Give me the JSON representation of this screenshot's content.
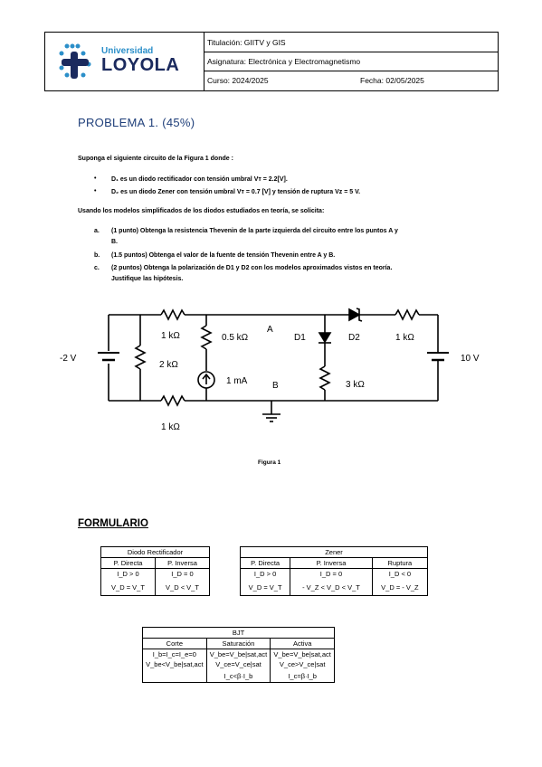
{
  "header": {
    "logo_top": "Universidad",
    "logo_bottom": "LOYOLA",
    "titulacion": "Titulación: GIITV y GIS",
    "asignatura": "Asignatura: Electrónica y Electromagnetismo",
    "curso": "Curso: 2024/2025",
    "fecha": "Fecha: 02/05/2025"
  },
  "problem": {
    "title": "PROBLEMA 1. (45%)",
    "intro": "Suponga el siguiente circuito de la Figura 1 donde :",
    "bullets": [
      "D₁ es un diodo rectificador con tensión umbral Vᴛ = 2.2[V].",
      "D₂ es un diodo Zener con tensión umbral Vᴛ = 0.7 [V] y tensión de ruptura Vz = 5 V."
    ],
    "ask": "Usando los modelos simplificados de los diodos estudiados en teoría, se solicita:",
    "items": [
      {
        "mark": "a.",
        "line1": "(1 punto) Obtenga la resistencia Thevenin de la parte izquierda del circuito entre los puntos A y",
        "line2": "B."
      },
      {
        "mark": "b.",
        "line1": "(1.5 puntos) Obtenga el valor de la fuente de tensión Thevenin entre A y B.",
        "line2": ""
      },
      {
        "mark": "c.",
        "line1": "(2 puntos) Obtenga la polarización de D1 y D2 con los modelos aproximados vistos en teoría.",
        "line2": "Justifique las hipótesis."
      }
    ]
  },
  "circuit": {
    "v_left": "-2 V",
    "v_right": "10 V",
    "r_top_left": "1 kΩ",
    "r_bottom_left": "1 kΩ",
    "r_shunt": "2 kΩ",
    "r_mid": "0.5 kΩ",
    "i_source": "1 mA",
    "r_right_top": "1 kΩ",
    "r_right_vert": "3 kΩ",
    "node_a": "A",
    "node_b": "B",
    "d1": "D1",
    "d2": "D2",
    "caption": "Figura 1"
  },
  "formulario": {
    "title": "FORMULARIO",
    "diodo": {
      "title": "Diodo Rectificador",
      "cols": [
        "P. Directa",
        "P. Inversa"
      ],
      "row1": [
        "I_D > 0",
        "I_D = 0"
      ],
      "row2": [
        "V_D = V_T",
        "V_D < V_T"
      ]
    },
    "zener": {
      "title": "Zener",
      "cols": [
        "P. Directa",
        "P. Inversa",
        "Ruptura"
      ],
      "row1": [
        "I_D > 0",
        "I_D = 0",
        "I_D < 0"
      ],
      "row2": [
        "V_D = V_T",
        "- V_Z < V_D < V_T",
        "V_D = - V_Z"
      ]
    },
    "bjt": {
      "title": "BJT",
      "cols": [
        "Corte",
        "Saturación",
        "Activa"
      ],
      "row1": [
        "I_b=I_c=I_e=0",
        "V_be=V_be|sat,act",
        "V_be=V_be|sat,act"
      ],
      "row2": [
        "V_be<V_be|sat,act",
        "V_ce=V_ce|sat",
        "V_ce>V_ce|sat"
      ],
      "row3": [
        "",
        "I_c<β·I_b",
        "I_c=β·I_b"
      ]
    }
  },
  "colors": {
    "logo_blue": "#2b8fc9",
    "logo_navy": "#1b2a5e",
    "title_blue": "#1f3f7a"
  }
}
